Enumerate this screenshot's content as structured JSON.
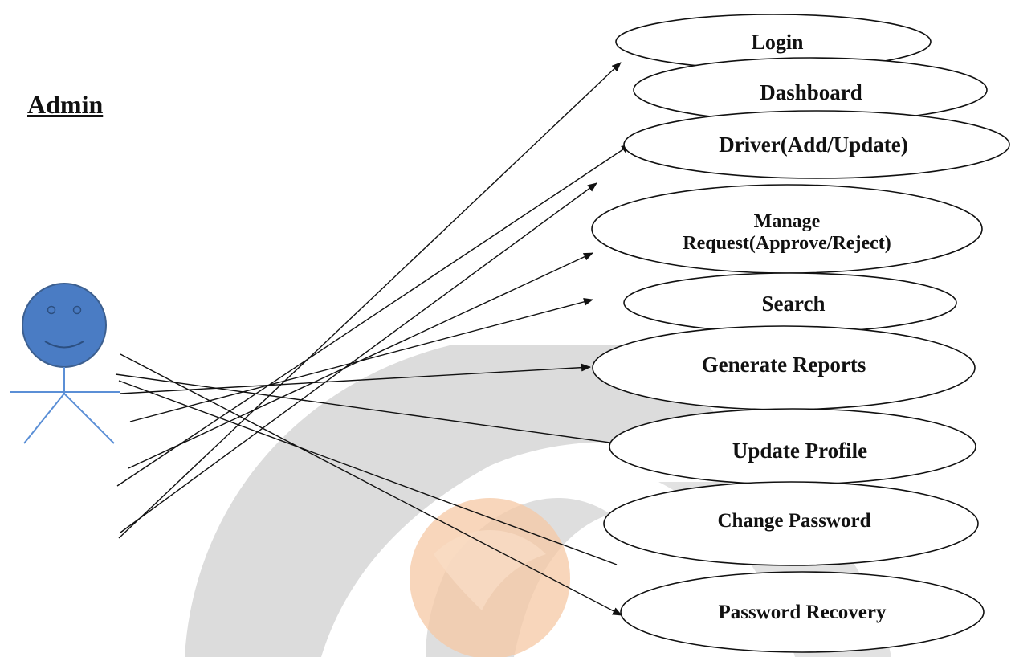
{
  "actor": {
    "title": "Admin",
    "head_color": "#4a7cc4",
    "head_stroke": "#3c5f8f",
    "body_color": "#5b8fd6"
  },
  "use_cases": [
    {
      "id": "login",
      "lines": [
        "Login"
      ]
    },
    {
      "id": "dashboard",
      "lines": [
        "Dashboard"
      ]
    },
    {
      "id": "driver",
      "lines": [
        "Driver(Add/Update)"
      ]
    },
    {
      "id": "manage-request",
      "lines": [
        "Manage",
        "Request(Approve/Reject)"
      ]
    },
    {
      "id": "search",
      "lines": [
        "Search"
      ]
    },
    {
      "id": "generate-reports",
      "lines": [
        "Generate Reports"
      ]
    },
    {
      "id": "update-profile",
      "lines": [
        "Update Profile"
      ]
    },
    {
      "id": "change-password",
      "lines": [
        "Change Password"
      ]
    },
    {
      "id": "password-recovery",
      "lines": [
        "Password Recovery"
      ]
    }
  ],
  "colors": {
    "line": "#111111",
    "ellipse_fill": "#ffffff",
    "ellipse_stroke": "#111111",
    "watermark_gray": "#d9d9d9",
    "watermark_orange": "#f4c7a6"
  }
}
